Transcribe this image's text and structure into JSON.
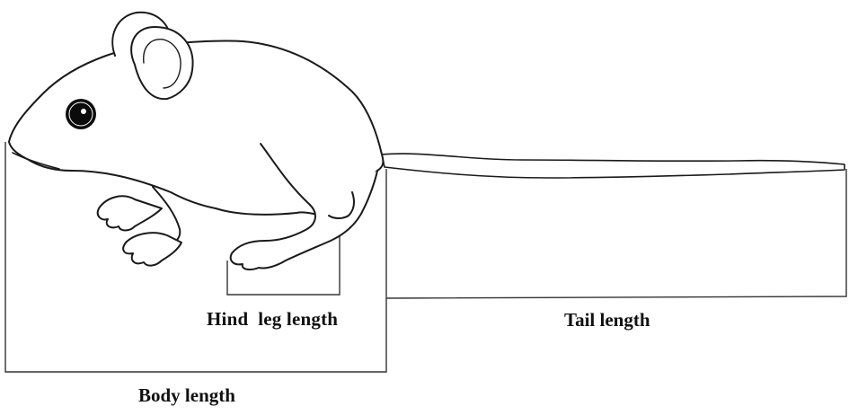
{
  "labels": {
    "hind_leg": "Hind  leg length",
    "tail": "Tail length",
    "body": "Body length"
  },
  "colors": {
    "outline": "#1a1a1a",
    "bracket": "#333333",
    "eye": "#0b0b0b"
  }
}
